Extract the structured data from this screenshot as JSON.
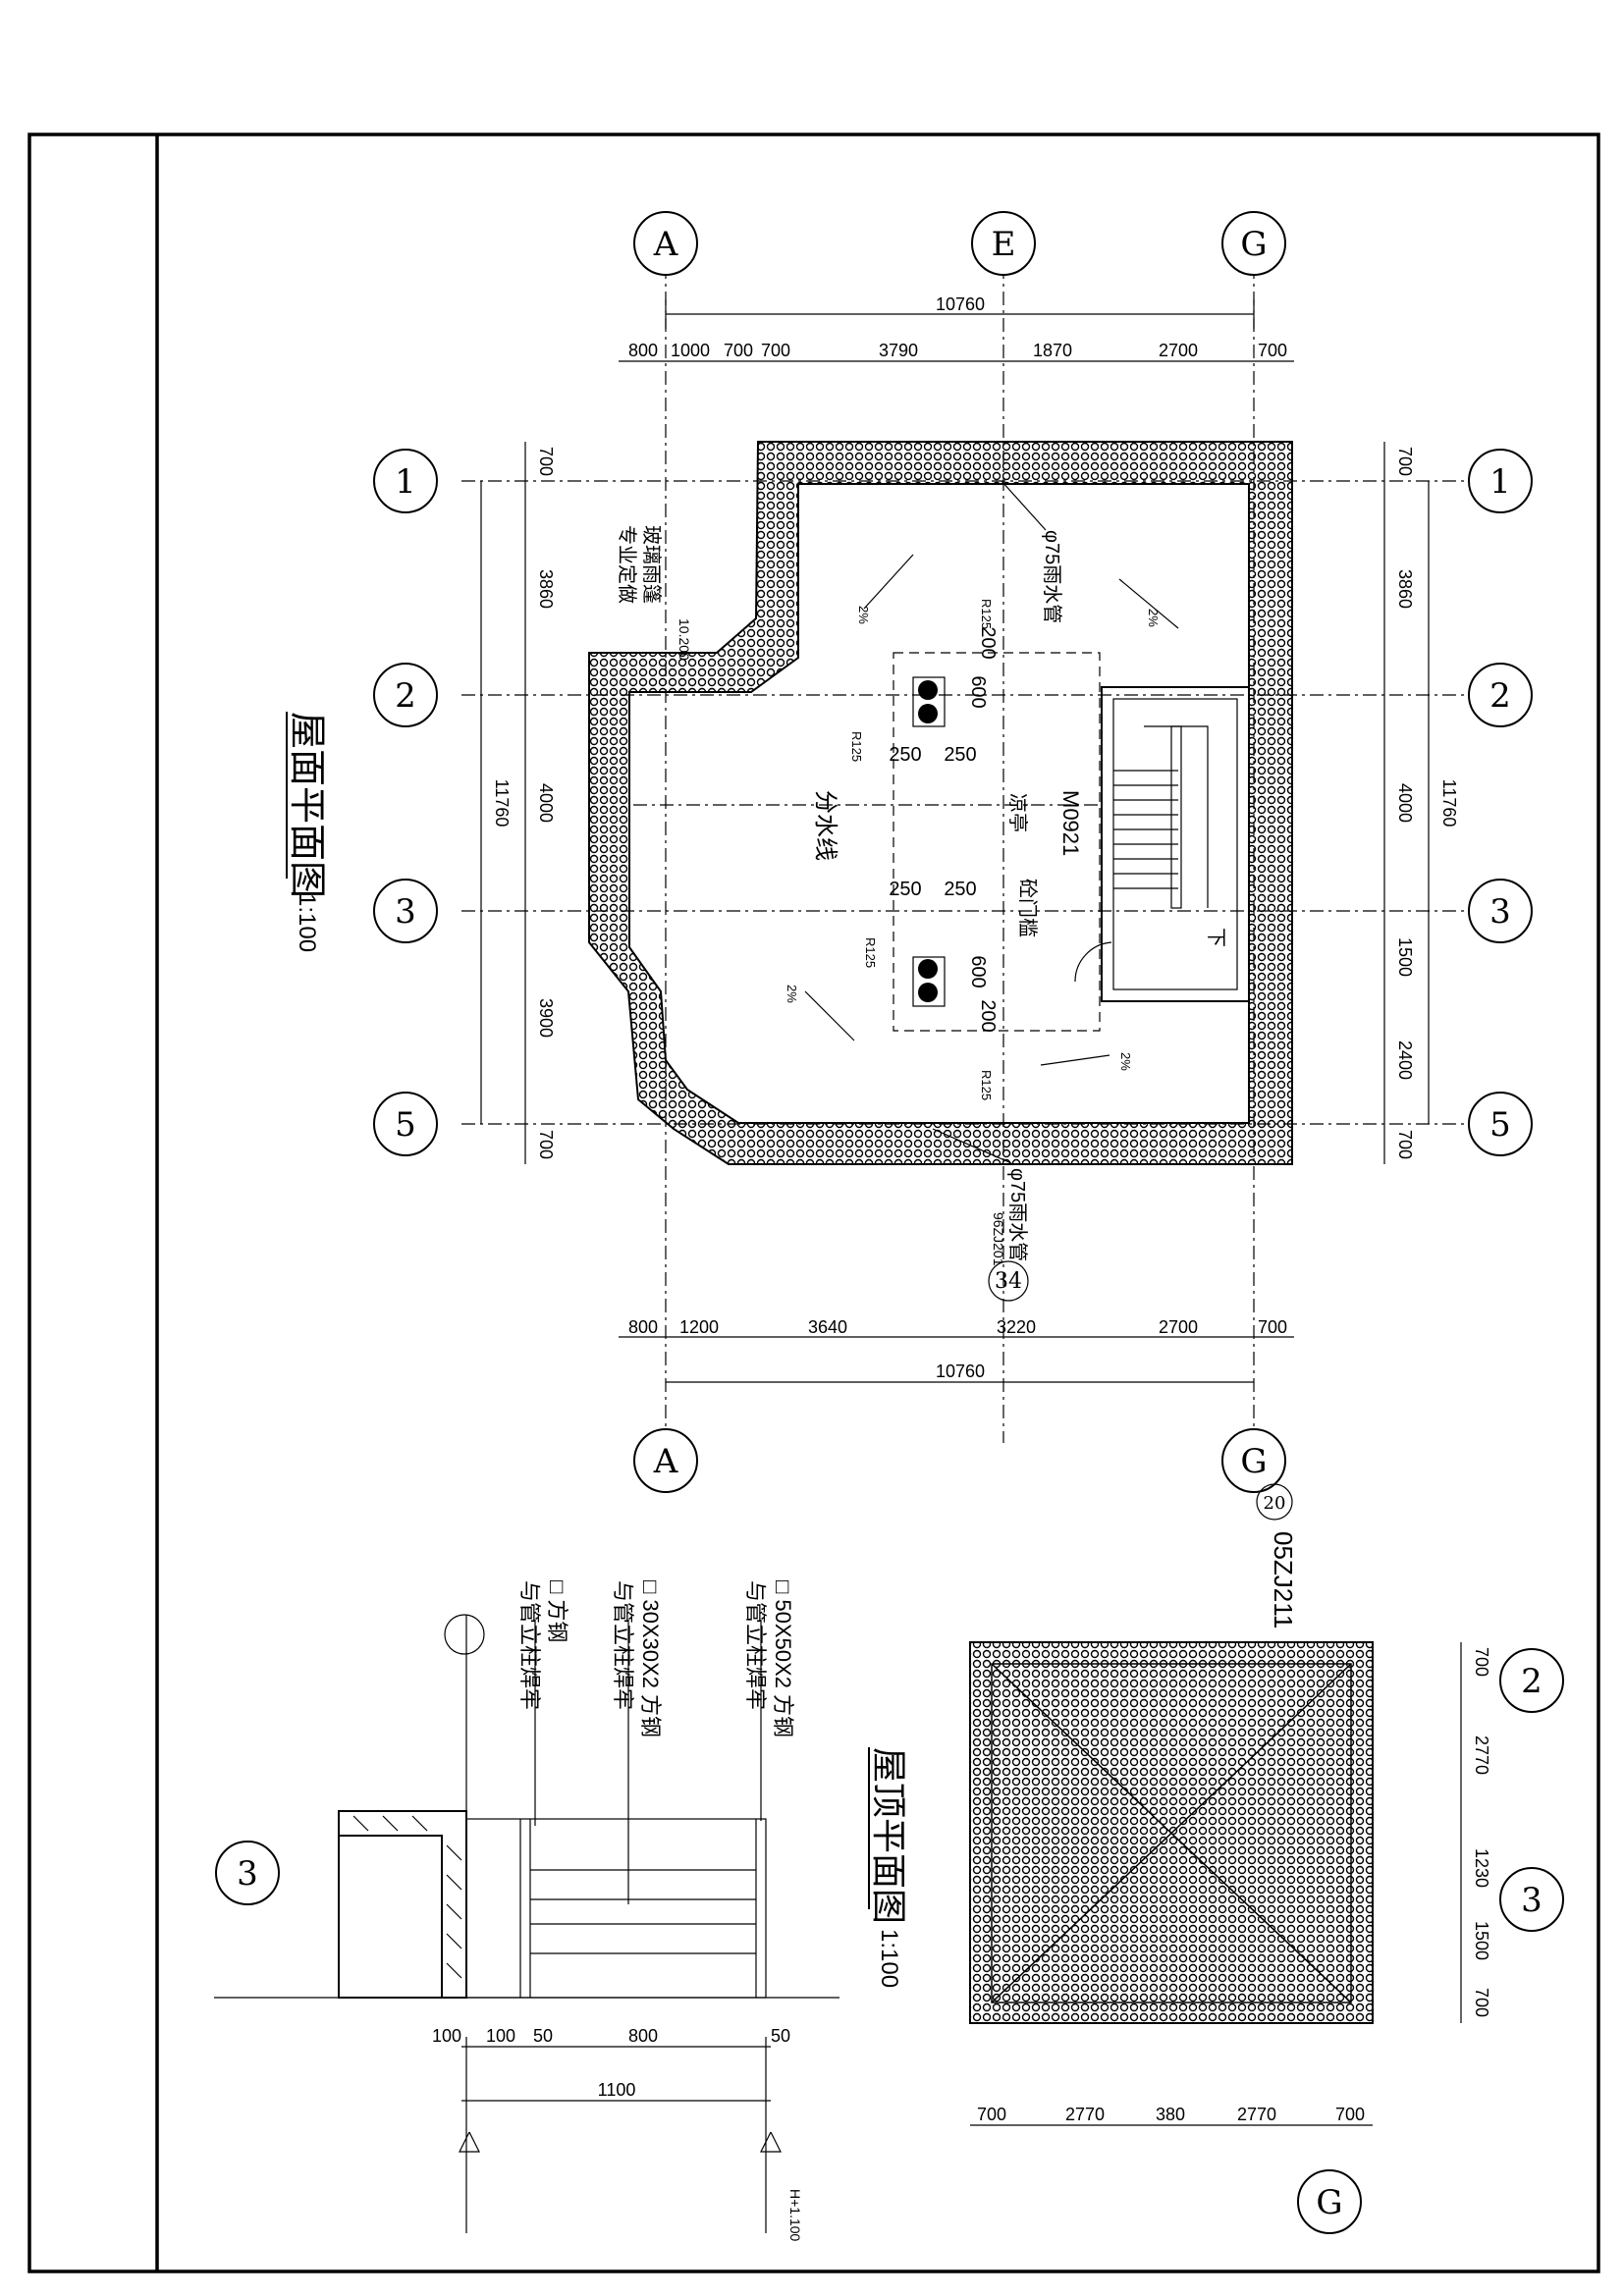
{
  "drawing": {
    "roof_plan": {
      "title": "屋面平面图",
      "scale": "1:100",
      "axes_letters": [
        "A",
        "E",
        "G"
      ],
      "axes_numbers": [
        "1",
        "2",
        "3",
        "5"
      ],
      "top_overall": "10760",
      "top_dims": [
        "800",
        "1000",
        "700",
        "700",
        "3790",
        "1870",
        "2700",
        "700"
      ],
      "bottom_overall": "10760",
      "bottom_dims": [
        "800",
        "1200",
        "3640",
        "3220",
        "2700",
        "700"
      ],
      "left_overall": "11760",
      "left_dims": [
        "700",
        "3860",
        "4000",
        "3900",
        "700"
      ],
      "right_overall": "11760",
      "right_dims": [
        "700",
        "3860",
        "4000",
        "1500",
        "2400",
        "700"
      ],
      "labels": {
        "glass_canopy": "玻璃雨篷",
        "specialist": "专业定做",
        "rain_pipe_top": "φ75雨水管",
        "rain_pipe_bottom": "φ75雨水管",
        "pavilion": "凉亭",
        "door_sill": "砼门槛",
        "door_code": "M0921",
        "divide_line": "分水线",
        "stair_down": "下",
        "elevation_note": "10.200",
        "r125_a": "R125",
        "r125_b": "R125",
        "r125_c": "R125",
        "r125_d": "R125",
        "slope": "2%",
        "d250a": "250",
        "d250b": "250",
        "d250c": "250",
        "d250d": "250",
        "d600a": "600",
        "d600b": "600",
        "d200a": "200",
        "d200b": "200",
        "std": "96ZJ201",
        "detail_no": "34"
      }
    },
    "top_plan": {
      "title": "屋顶平面图",
      "scale": "1:100",
      "axes": [
        "2",
        "3",
        "G"
      ],
      "side_dims": [
        "700",
        "2770",
        "1230",
        "1500",
        "700"
      ],
      "bottom_dims": [
        "700",
        "2770",
        "380",
        "2770",
        "700"
      ],
      "ref_code": "05ZJ211",
      "ref_no": "20"
    },
    "detail3": {
      "label": "3",
      "note1_a": "□ 50X50X2 方钢",
      "note1_b": "与管立柱焊牢",
      "note2_a": "□ 30X30X2 方钢",
      "note2_b": "与管立柱焊牢",
      "note3_a": "□ 方钢",
      "note3_b": "与管立柱焊牢",
      "dims": [
        "100",
        "100",
        "50",
        "800",
        "50"
      ],
      "overall": "1100",
      "elev": "H+1.100"
    }
  }
}
